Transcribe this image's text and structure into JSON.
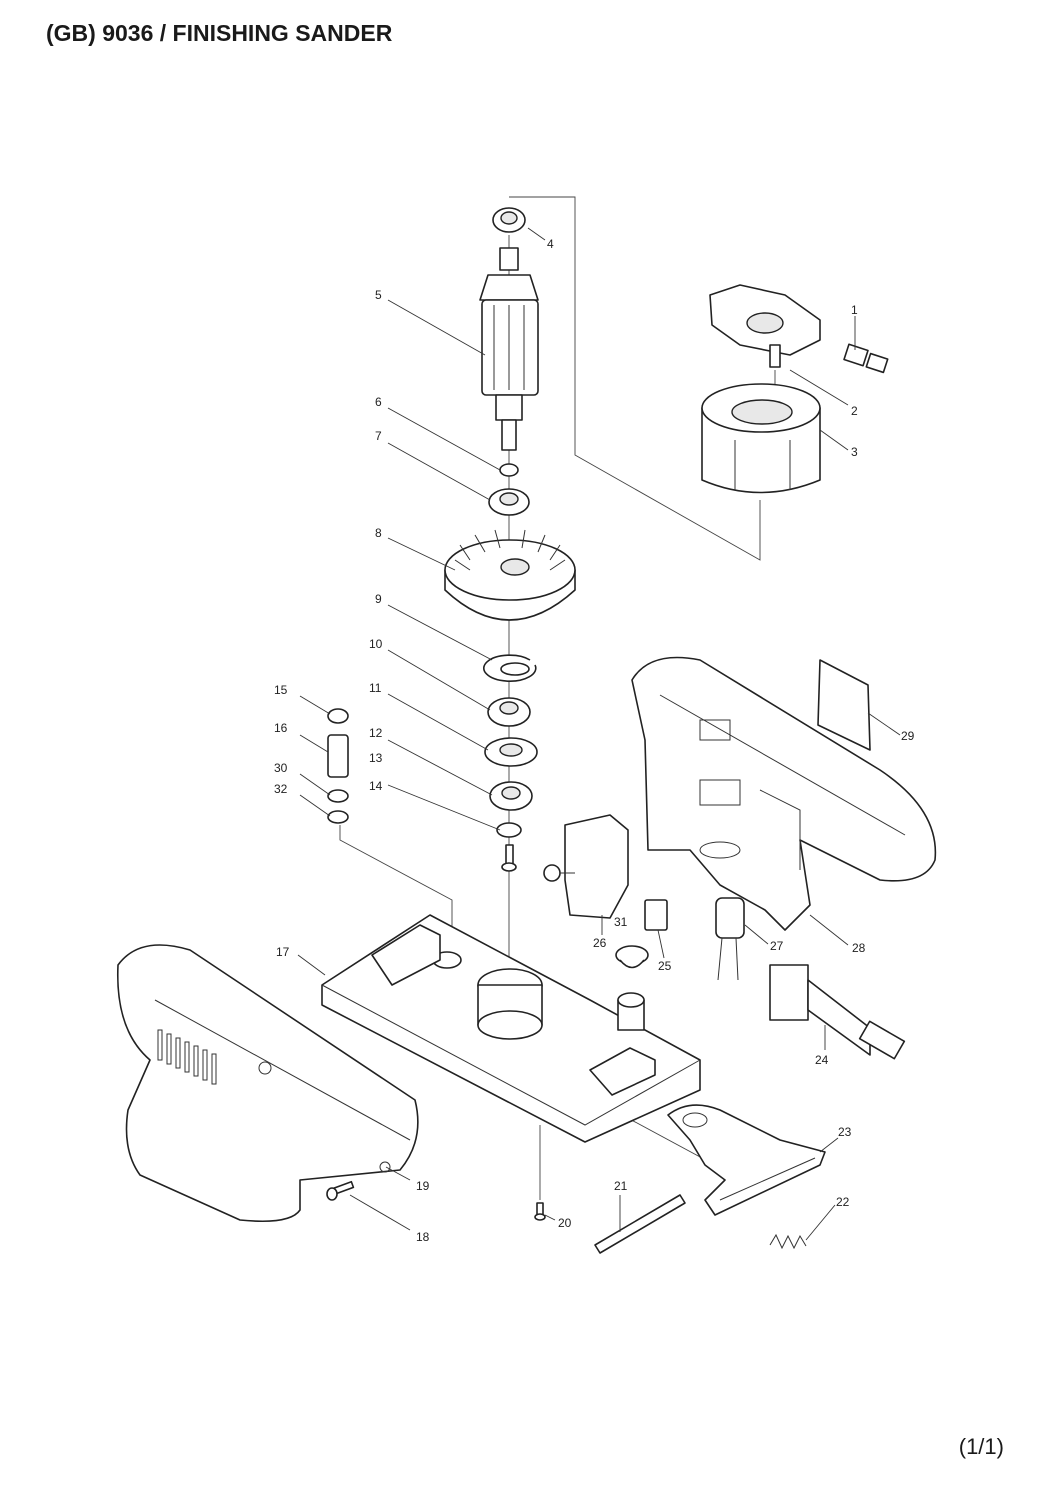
{
  "header": {
    "title": "(GB) 9036 / FINISHING SANDER"
  },
  "footer": {
    "page": "(1/1)"
  },
  "callouts": {
    "c1": "1",
    "c2": "2",
    "c3": "3",
    "c4": "4",
    "c5": "5",
    "c6": "6",
    "c7": "7",
    "c8": "8",
    "c9": "9",
    "c10": "10",
    "c11": "11",
    "c12": "12",
    "c13": "13",
    "c14": "14",
    "c15": "15",
    "c16": "16",
    "c17": "17",
    "c18": "18",
    "c19": "19",
    "c20": "20",
    "c21": "21",
    "c22": "22",
    "c23": "23",
    "c24": "24",
    "c25": "25",
    "c26": "26",
    "c27": "27",
    "c28": "28",
    "c29": "29",
    "c30": "30",
    "c31": "31",
    "c32": "32"
  }
}
